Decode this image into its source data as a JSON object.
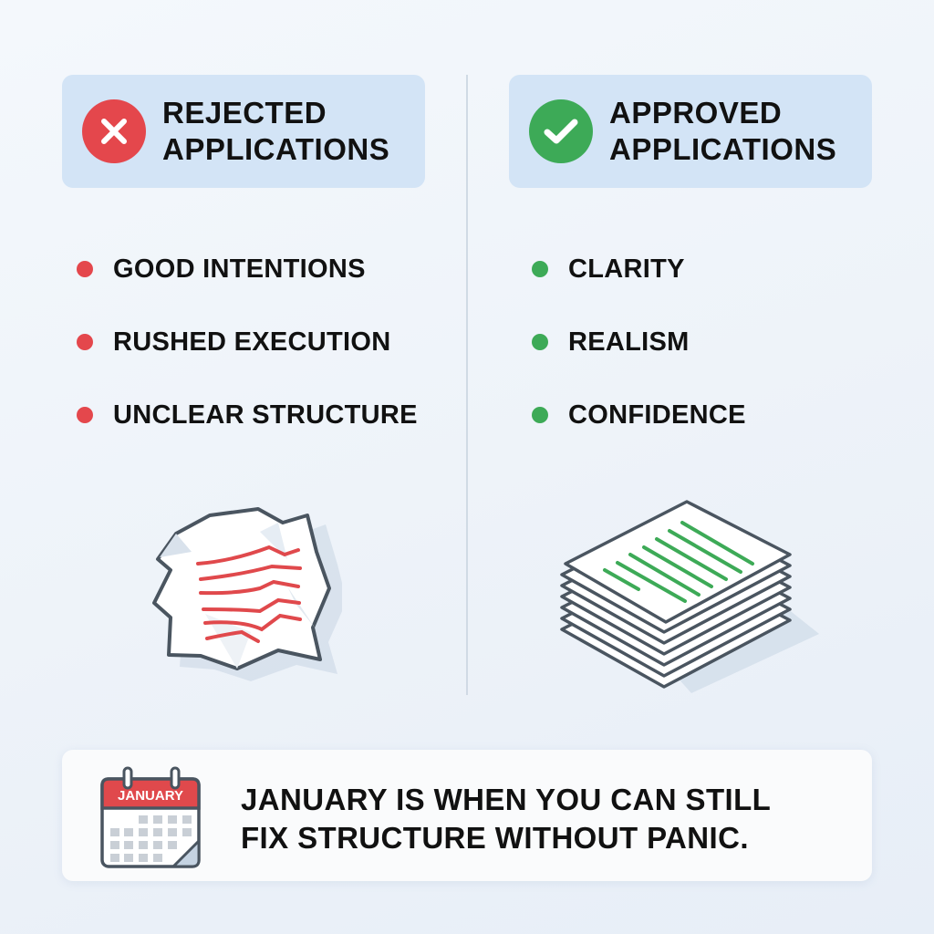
{
  "left_panel": {
    "title_line1": "REJECTED",
    "title_line2": "APPLICATIONS",
    "icon": "x-circle-icon",
    "accent_color": "#e4474c",
    "items": [
      "GOOD INTENTIONS",
      "RUSHED EXECUTION",
      "UNCLEAR STRUCTURE"
    ],
    "illustration": "crumpled-paper-icon"
  },
  "right_panel": {
    "title_line1": "APPROVED",
    "title_line2": "APPLICATIONS",
    "icon": "check-circle-icon",
    "accent_color": "#3daa57",
    "items": [
      "CLARITY",
      "REALISM",
      "CONFIDENCE"
    ],
    "illustration": "paper-stack-icon"
  },
  "bottom_banner": {
    "calendar_month": "JANUARY",
    "line1": "JANUARY IS WHEN YOU CAN STILL",
    "line2": "FIX STRUCTURE WITHOUT PANIC."
  }
}
